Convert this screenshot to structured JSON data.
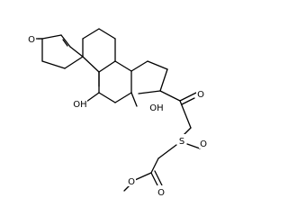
{
  "diagram": {
    "type": "structural-formula",
    "colors": {
      "bond": "#000000",
      "label": "#000000",
      "background": "#ffffff"
    },
    "atom_labels": {
      "ketone_3_o": "O",
      "hydroxyl_11_oh": "OH",
      "hydroxyl_17_oh": "OH",
      "side_chain_ketone_o": "O",
      "sulfoxide_s": "S",
      "sulfoxide_o": "O",
      "ester_carbonyl_o": "O",
      "ester_ether_o": "O"
    }
  }
}
